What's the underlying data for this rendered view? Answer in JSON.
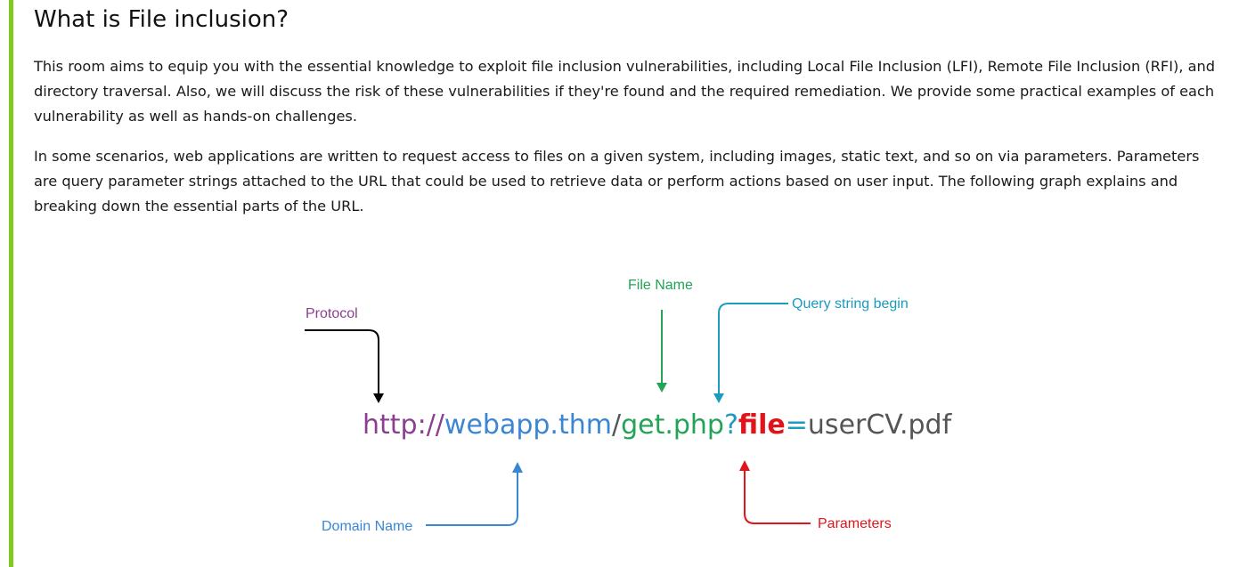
{
  "article": {
    "title": "What is File inclusion?",
    "paragraphs": [
      "This room aims to equip you with the essential knowledge to exploit file inclusion vulnerabilities, including Local File Inclusion (LFI), Remote File Inclusion (RFI), and directory traversal. Also, we will discuss the risk of these vulnerabilities if they're found and the required remediation. We provide some practical examples of each vulnerability as well as hands-on challenges.",
      "In some scenarios, web applications are written to request access to files on a given system, including images, static text, and so on via parameters. Parameters are query parameter strings attached to the URL that could be used to retrieve data or perform actions based on user input. The following graph explains and breaking down the essential parts of the URL."
    ]
  },
  "diagram": {
    "url_parts": {
      "protocol": "http://",
      "domain": "webapp.thm",
      "slash": "/",
      "file": "get.php",
      "question": "?",
      "param_name": "file",
      "equals": "=",
      "param_value": "userCV.pdf"
    },
    "labels": {
      "protocol": "Protocol",
      "file_name": "File Name",
      "query_string": "Query string begin",
      "domain_name": "Domain Name",
      "parameters": "Parameters"
    },
    "colors": {
      "protocol": "#8b3f8f",
      "domain": "#3b86d4",
      "file": "#22a356",
      "query": "#1a9bbf",
      "param": "#e0151b",
      "value": "#555555",
      "accent_bar": "#82c91e"
    }
  }
}
